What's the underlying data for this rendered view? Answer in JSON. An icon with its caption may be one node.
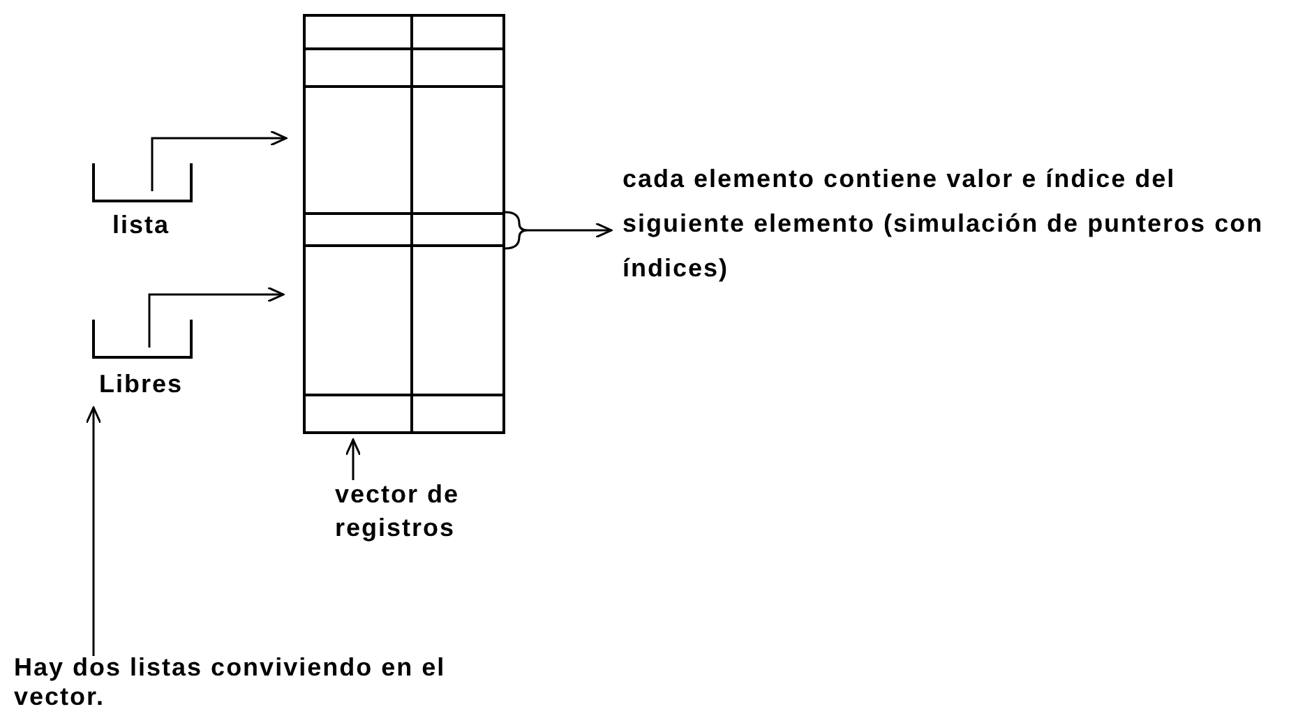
{
  "diagram": {
    "nodes": [
      {
        "text": [],
        "shape": "box"
      },
      {
        "text": [
          "lista"
        ]
      },
      {
        "text": [
          "Libres"
        ]
      },
      {
        "text": [],
        "shape": "box",
        "in": 0
      },
      {
        "text": [
          "cada elemento contiene valor e índice del siguiente elemento (simulación de punteros con índices)"
        ]
      },
      {
        "text": [
          "vector de registros"
        ]
      },
      {
        "text": [
          "Hay dos listas conviviendo en el vector."
        ]
      }
    ],
    "edges": [
      {
        "from": 1,
        "to": 0,
        "arrow": "to"
      },
      {
        "from": 2,
        "to": 0,
        "arrow": "to"
      },
      {
        "from": 3,
        "to": 4,
        "arrow": "to"
      },
      {
        "from": 5,
        "to": 0,
        "arrow": "to"
      },
      {
        "from": 6,
        "to": 2,
        "arrow": "to"
      }
    ]
  }
}
